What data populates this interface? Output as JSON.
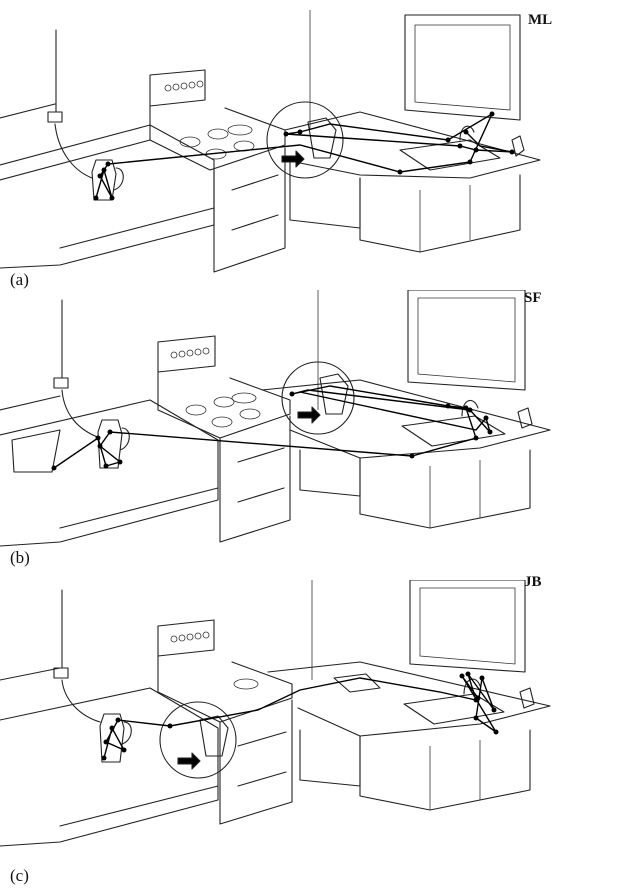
{
  "panels": [
    {
      "label": "(a)",
      "participant": "ML"
    },
    {
      "label": "(b)",
      "participant": "SF"
    },
    {
      "label": "(c)",
      "participant": "JB"
    }
  ],
  "colors": {
    "ink": "#222222",
    "scanpath": "#000000",
    "background": "#ffffff"
  },
  "icons": [
    "kettle-icon",
    "tap-icon",
    "cup-icon",
    "socket-icon",
    "arrow-icon"
  ]
}
